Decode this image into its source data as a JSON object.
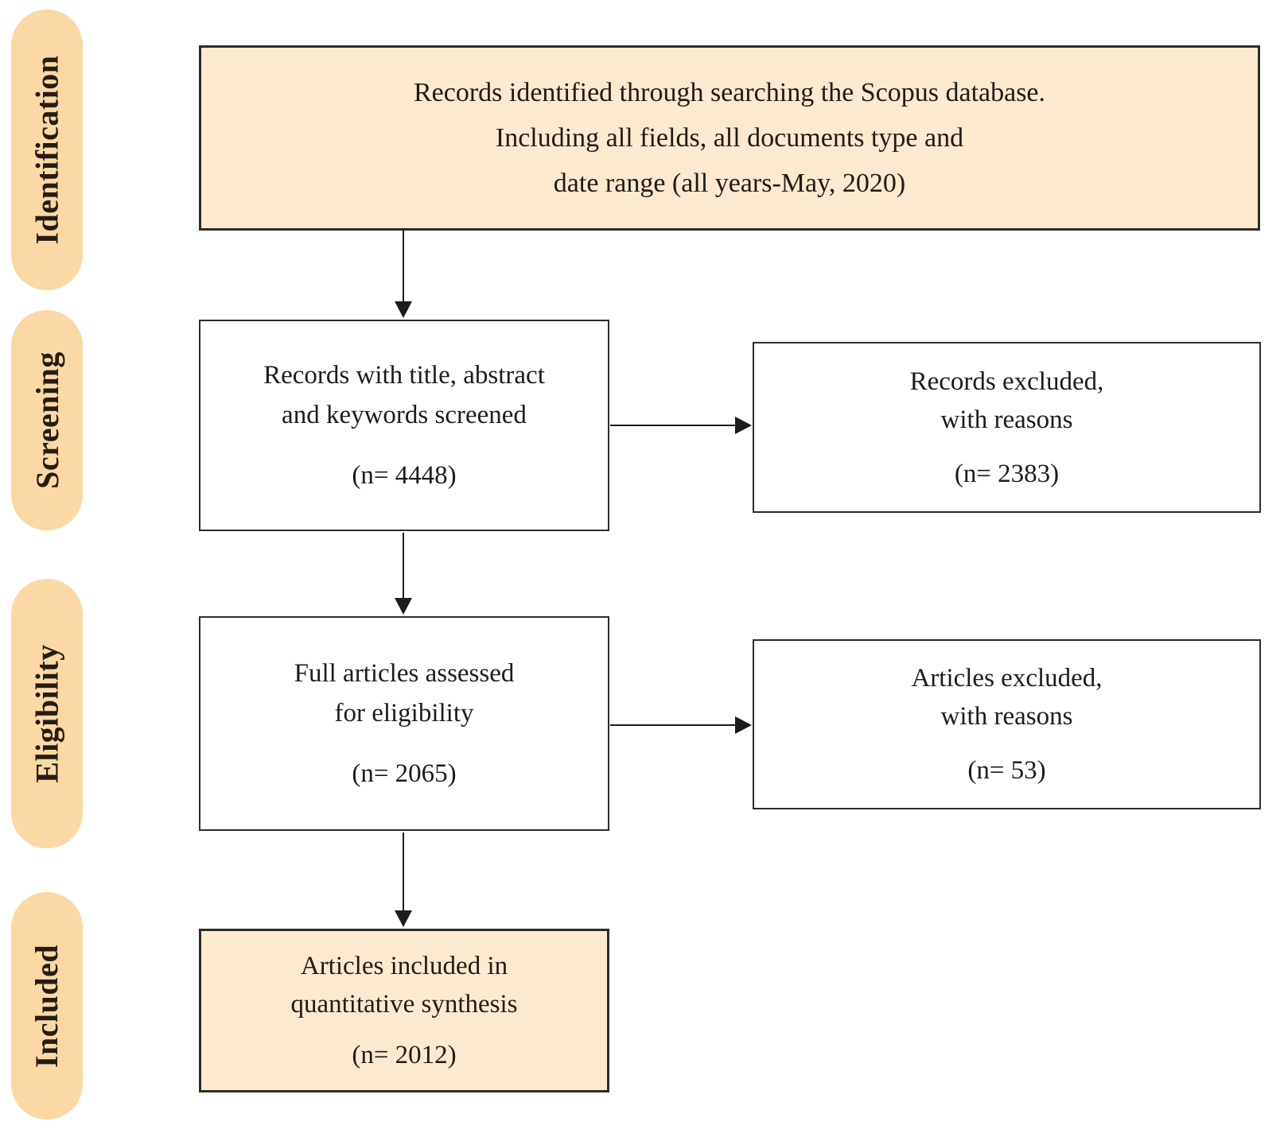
{
  "palette": {
    "stage_fill": "#fbd8a4",
    "box_fill": "#fbe9d0",
    "box_border": "#2e2c28",
    "arrow_color": "#1c1c1c",
    "text_color": "#1e1c18",
    "page_bg": "#ffffff"
  },
  "stages": [
    {
      "label": "Identification"
    },
    {
      "label": "Screening"
    },
    {
      "label": "Eligibility"
    },
    {
      "label": "Included"
    }
  ],
  "flow": {
    "identified_box": {
      "line1": "Records identified through searching the Scopus database.",
      "line2": "Including all fields, all documents type and",
      "line3": "date range (all years-May, 2020)"
    },
    "screened_box": {
      "line1": "Records with title, abstract",
      "line2": "and keywords screened",
      "count": "(n= 4448)"
    },
    "records_excluded_box": {
      "line1": "Records excluded,",
      "line2": "with reasons",
      "count": "(n= 2383)"
    },
    "assessed_box": {
      "line1": "Full articles assessed",
      "line2": "for eligibility",
      "count": "(n= 2065)"
    },
    "articles_excluded_box": {
      "line1": "Articles excluded,",
      "line2": "with reasons",
      "count": "(n= 53)"
    },
    "included_box": {
      "line1": "Articles included in",
      "line2": "quantitative synthesis",
      "count": "(n= 2012)"
    }
  }
}
